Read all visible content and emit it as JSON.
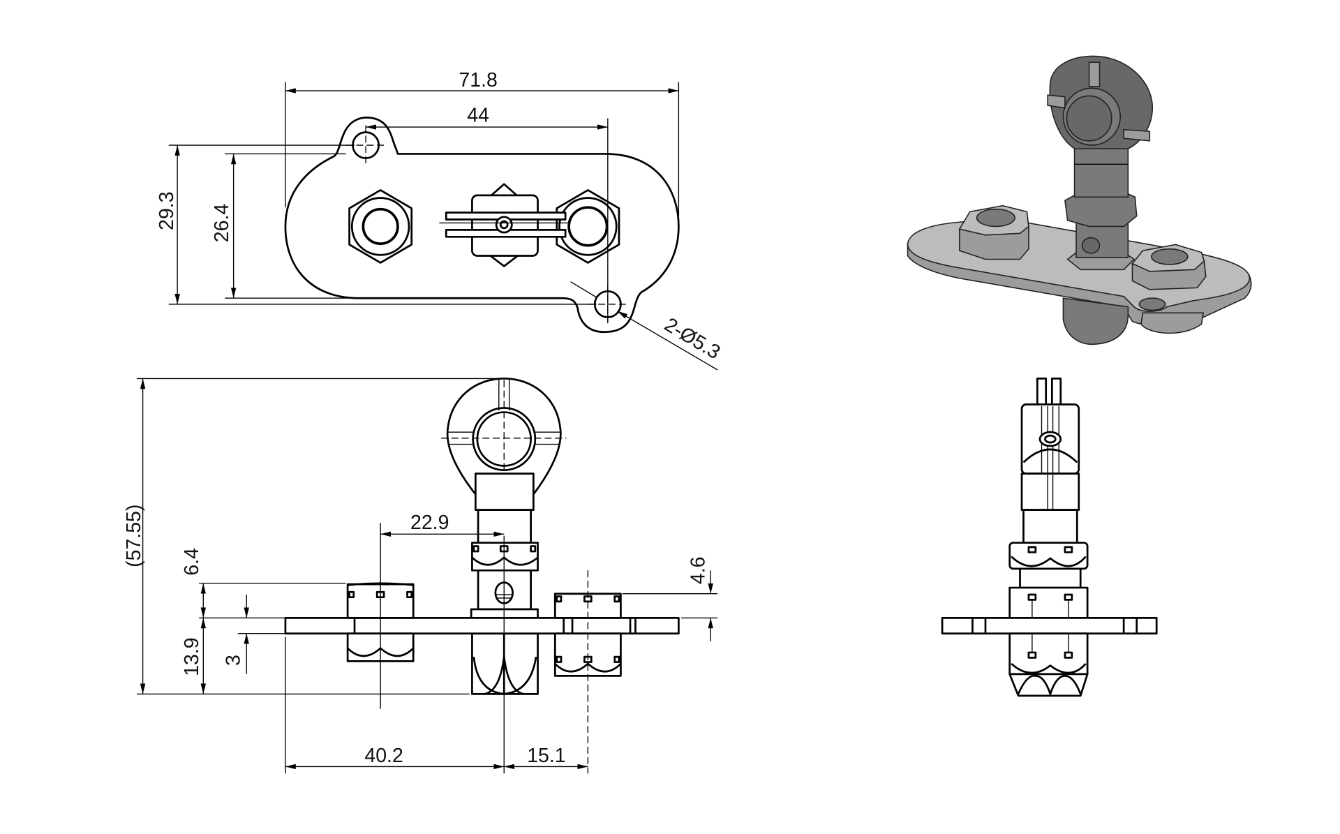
{
  "top_view": {
    "overall_length": "71.8",
    "hole_spacing": "44",
    "hole_height_span": "29.3",
    "plate_height": "26.4",
    "hole_callout": "2-Ø5.3"
  },
  "front_view": {
    "overall_height": "(57.55)",
    "offset_center": "22.9",
    "nut_height_top": "6.4",
    "below_height": "13.9",
    "plate_thickness": "3",
    "right_nut_height": "4.6",
    "left_to_center": "40.2",
    "center_to_right": "15.1"
  },
  "colors": {
    "line": "#000000",
    "shade_light": "#bcbcbc",
    "shade_dark": "#686868"
  }
}
